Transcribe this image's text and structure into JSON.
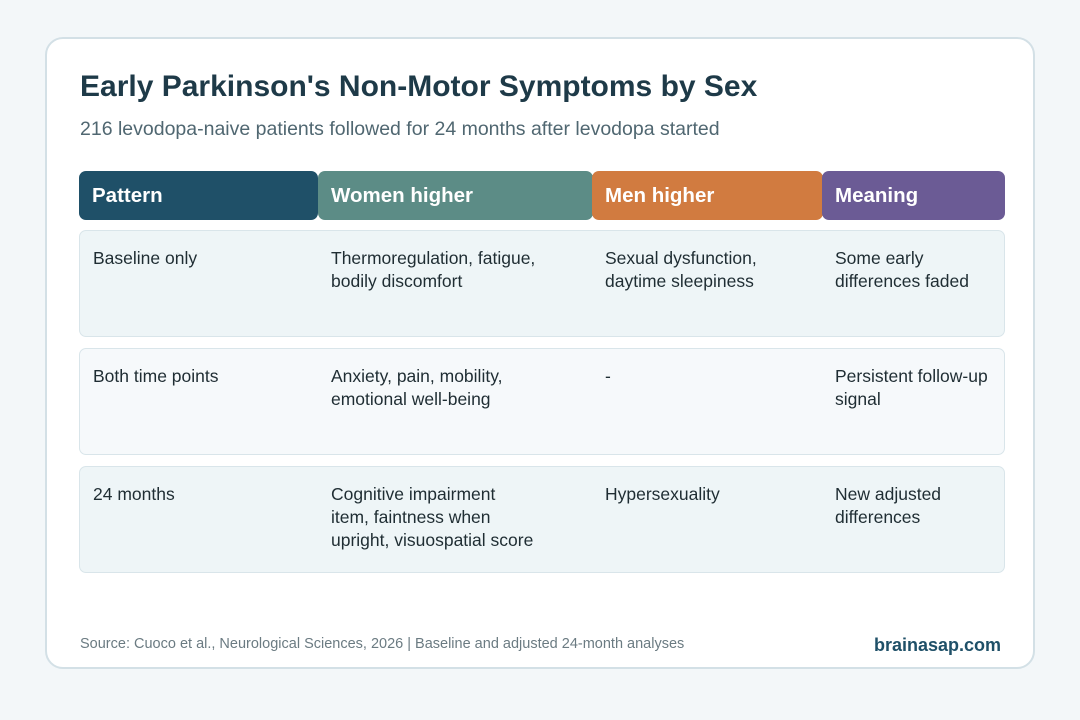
{
  "title": "Early Parkinson's Non-Motor Symptoms by Sex",
  "subtitle": "216 levodopa-naive patients followed for 24 months after levodopa started",
  "table": {
    "headers": {
      "pattern": "Pattern",
      "women": "Women higher",
      "men": "Men higher",
      "meaning": "Meaning"
    },
    "header_colors": {
      "pattern": "#1f5068",
      "women": "#5c8c86",
      "men": "#d17b40",
      "meaning": "#6b5b95"
    },
    "rows": [
      {
        "pattern": "Baseline only",
        "women": "Thermoregulation, fatigue, bodily discomfort",
        "men": "Sexual dysfunction, daytime sleepiness",
        "meaning": "Some early differences faded"
      },
      {
        "pattern": "Both time points",
        "women": "Anxiety, pain, mobility, emotional well-being",
        "men": "-",
        "meaning": "Persistent follow-up signal"
      },
      {
        "pattern": "24 months",
        "women": "Cognitive impairment item, faintness when upright, visuospatial score",
        "men": "Hypersexuality",
        "meaning": "New adjusted differences"
      }
    ]
  },
  "footer": {
    "source": "Source: Cuoco et al., Neurological Sciences, 2026 | Baseline and adjusted 24-month analyses",
    "brand": "brainasap.com"
  }
}
